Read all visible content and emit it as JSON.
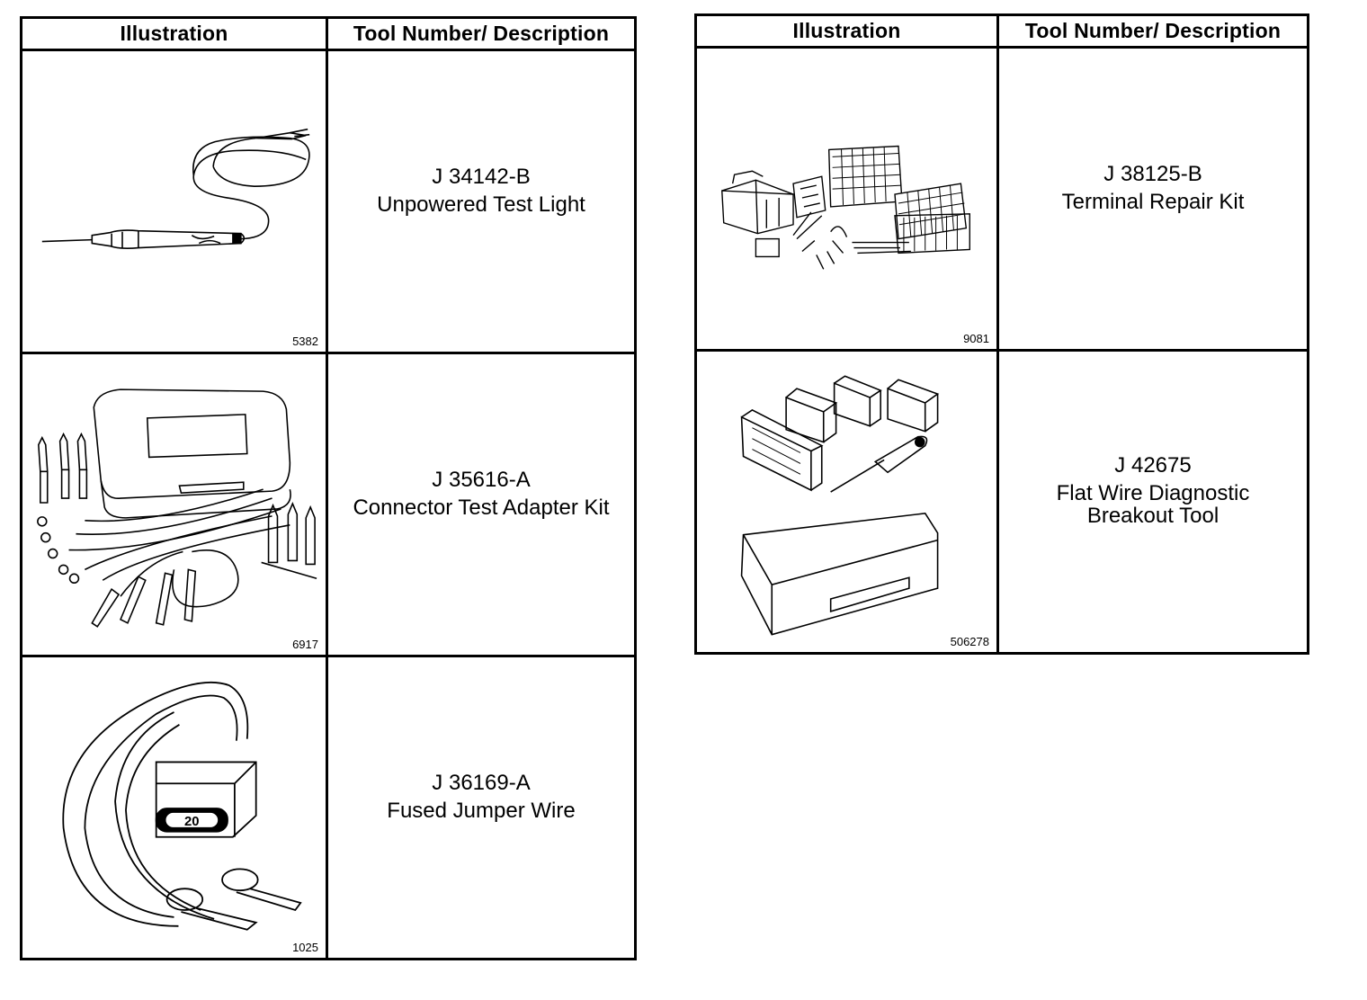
{
  "headers": {
    "illustration": "Illustration",
    "tool": "Tool Number/ Description"
  },
  "left_table": [
    {
      "figure": "5382",
      "tool_number": "J 34142-B",
      "description": "Unpowered Test Light",
      "icon": "test-light-icon"
    },
    {
      "figure": "6917",
      "tool_number": "J 35616-A",
      "description": "Connector Test Adapter Kit",
      "icon": "adapter-kit-icon"
    },
    {
      "figure": "1025",
      "tool_number": "J 36169-A",
      "description": "Fused Jumper Wire",
      "icon": "jumper-wire-icon",
      "fuse_label": "20"
    }
  ],
  "right_table": [
    {
      "figure": "9081",
      "tool_number": "J 38125-B",
      "description": "Terminal Repair Kit",
      "icon": "terminal-kit-icon"
    },
    {
      "figure": "506278",
      "tool_number": "J 42675",
      "description_line1": "Flat Wire Diagnostic",
      "description_line2": "Breakout Tool",
      "icon": "breakout-tool-icon"
    }
  ]
}
